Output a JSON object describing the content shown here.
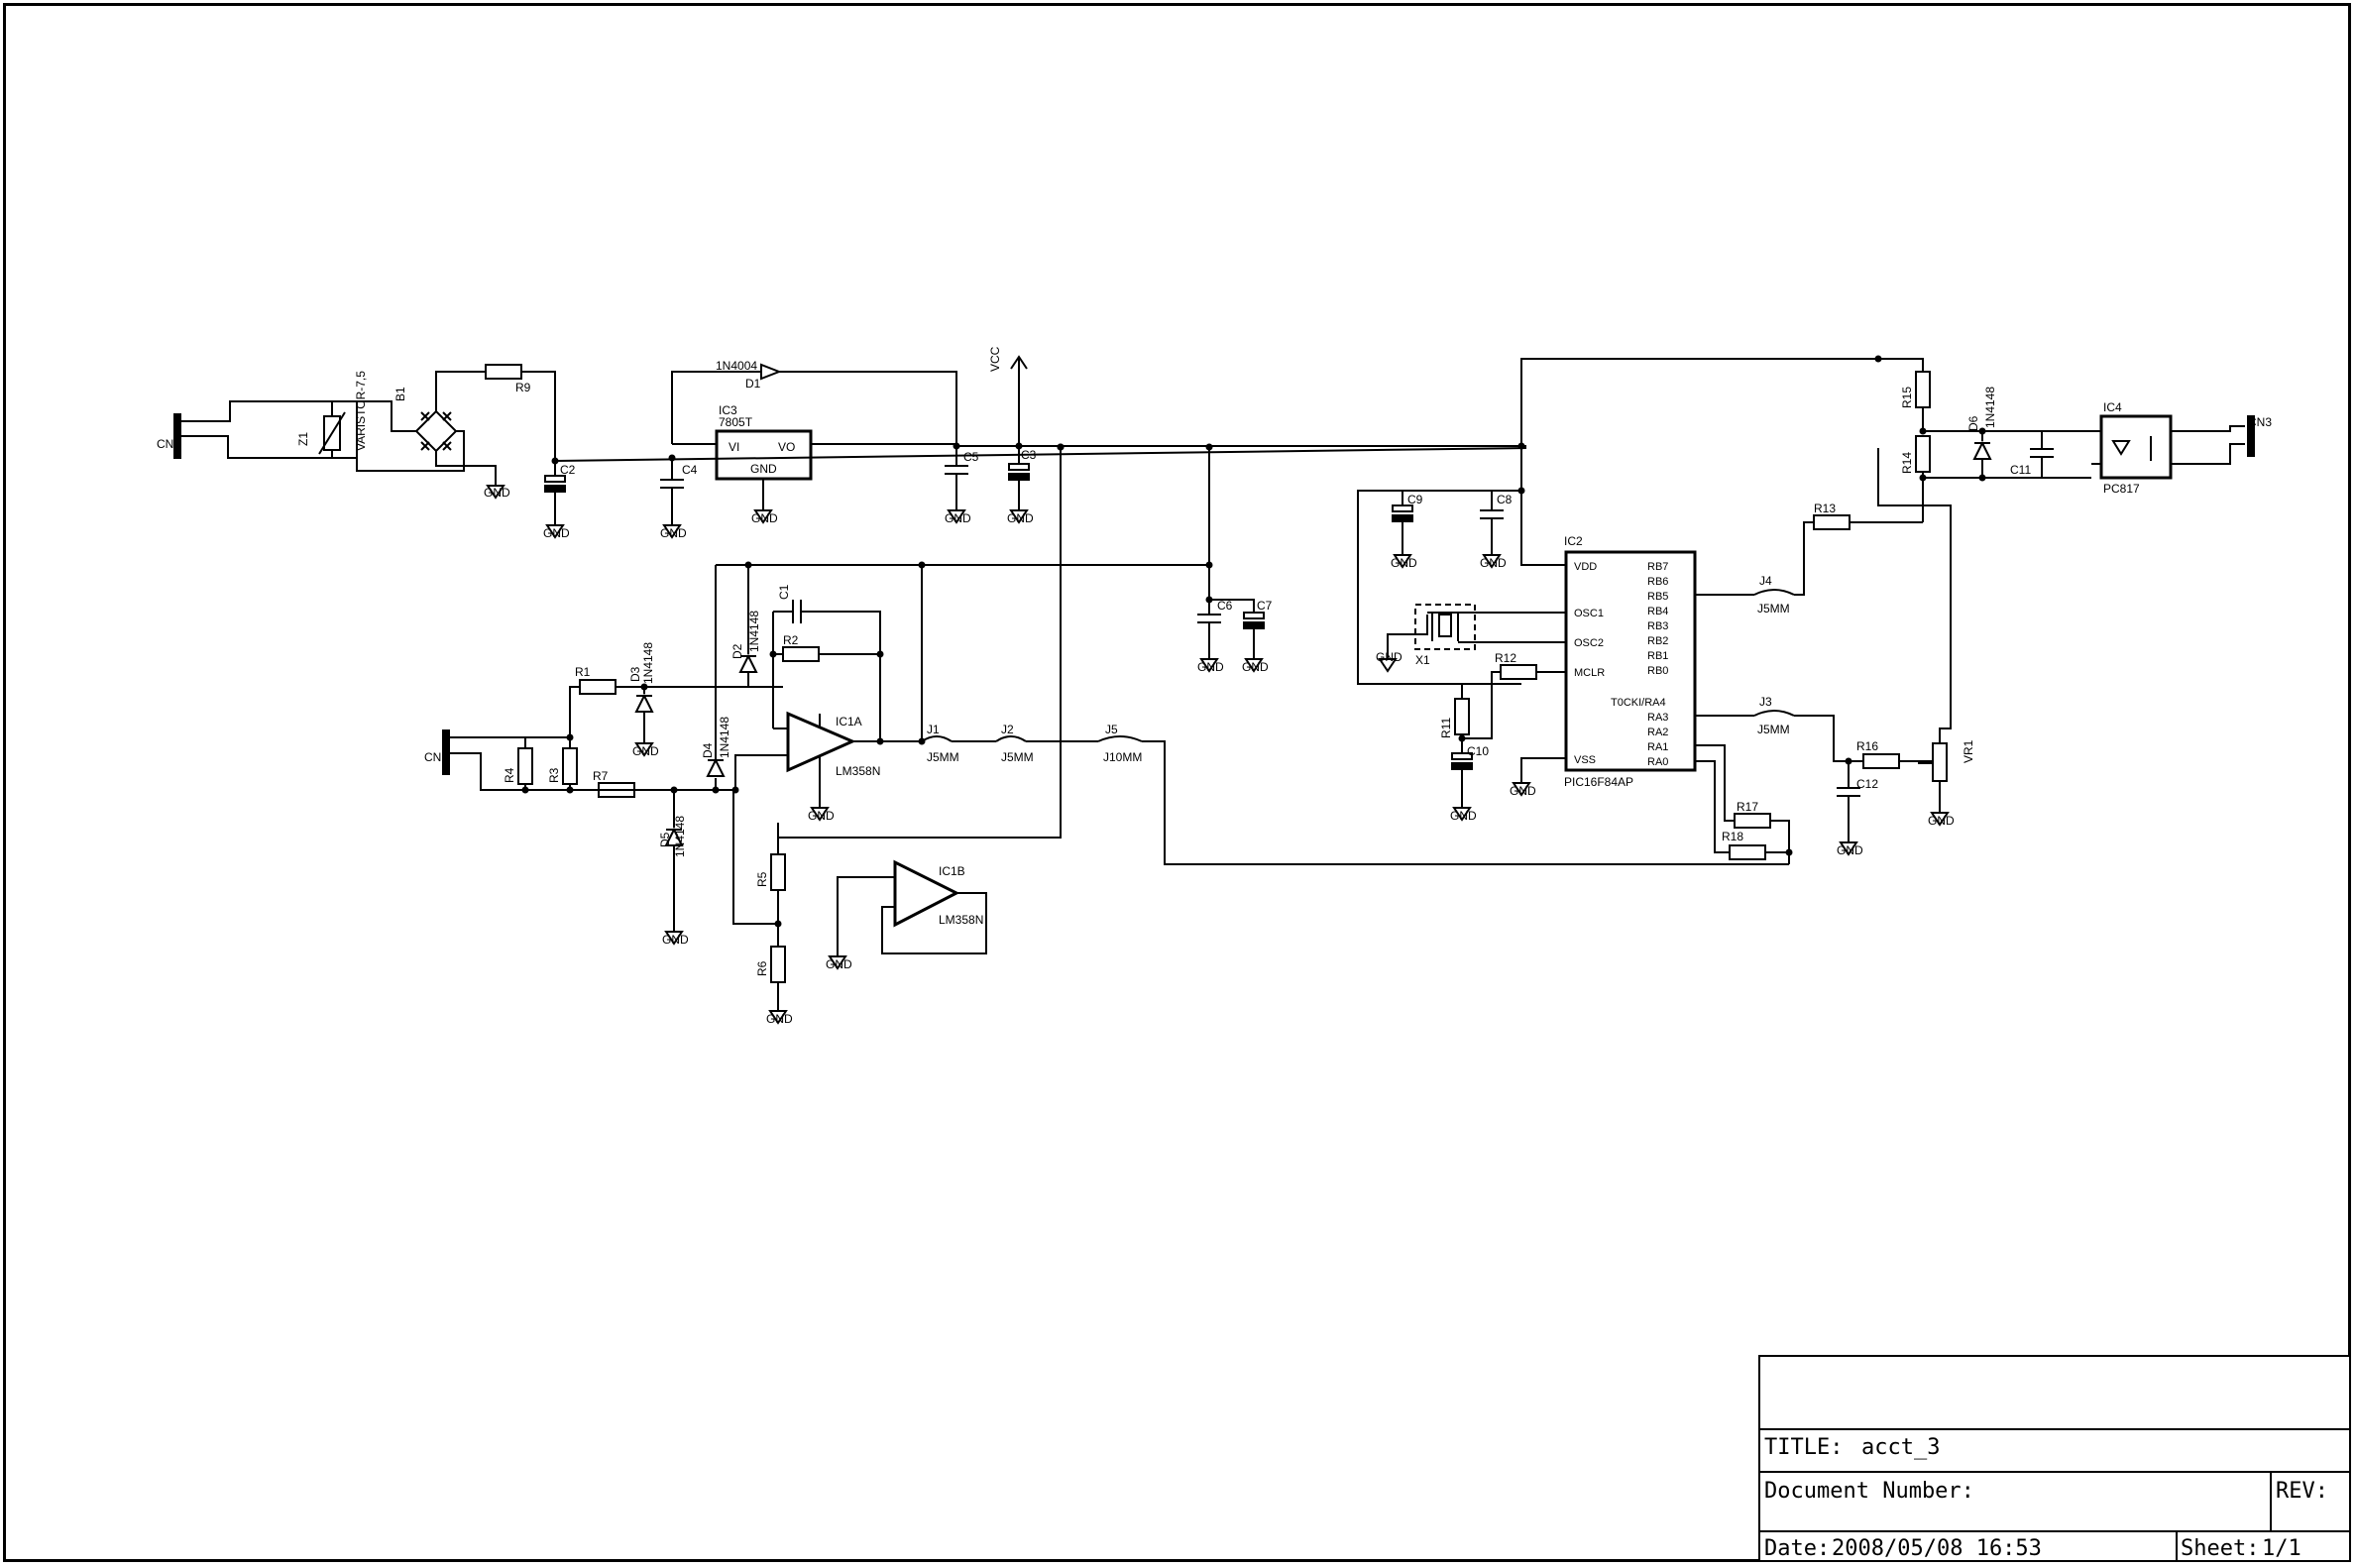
{
  "schematic": {
    "parts": {
      "cn1": "CN1",
      "cn2": "CN2",
      "cn3": "CN3",
      "z1": "Z1",
      "varistor": "VARISTOR-7,5",
      "b1": "B1",
      "r1": "R1",
      "r2": "R2",
      "r3": "R3",
      "r4": "R4",
      "r5": "R5",
      "r6": "R6",
      "r7": "R7",
      "r9": "R9",
      "r11": "R11",
      "r12": "R12",
      "r13": "R13",
      "r14": "R14",
      "r15": "R15",
      "r16": "R16",
      "r17": "R17",
      "r18": "R18",
      "c1": "C1",
      "c2": "C2",
      "c3": "C3",
      "c4": "C4",
      "c5": "C5",
      "c6": "C6",
      "c7": "C7",
      "c8": "C8",
      "c9": "C9",
      "c10": "C10",
      "c11": "C11",
      "c12": "C12",
      "d1": "D1",
      "d1_value": "1N4004",
      "d2": "D2",
      "d3": "D3",
      "d4": "D4",
      "d5": "D5",
      "d6": "D6",
      "diode_value": "1N4148",
      "ic1a": "IC1A",
      "ic1b": "IC1B",
      "lm358": "LM358N",
      "ic2": "IC2",
      "ic2_value": "PIC16F84AP",
      "ic3": "IC3",
      "ic3_value": "7805T",
      "ic4": "IC4",
      "ic4_value": "PC817",
      "x1": "X1",
      "vr1": "VR1",
      "j1": "J1",
      "j2": "J2",
      "j3": "J3",
      "j4": "J4",
      "j5": "J5",
      "j_5mm": "J5MM",
      "j_10mm": "J10MM",
      "gnd": "GND",
      "vcc": "VCC",
      "reg_vi": "VI",
      "reg_vo": "VO",
      "reg_gnd": "GND"
    },
    "pins": {
      "vdd": "VDD",
      "osc1": "OSC1",
      "osc2": "OSC2",
      "mclr": "MCLR",
      "vss": "VSS",
      "rb7": "RB7",
      "rb6": "RB6",
      "rb5": "RB5",
      "rb4": "RB4",
      "rb3": "RB3",
      "rb2": "RB2",
      "rb1": "RB1",
      "rb0": "RB0",
      "ra4": "T0CKI/RA4",
      "ra3": "RA3",
      "ra2": "RA2",
      "ra1": "RA1",
      "ra0": "RA0"
    }
  },
  "title_block": {
    "title_label": "TITLE:",
    "title_value": "acct_3",
    "doc_label": "Document Number:",
    "rev_label": "REV:",
    "date_label": "Date:",
    "date_value": "2008/05/08 16:53",
    "sheet_label": "Sheet:",
    "sheet_value": "1/1"
  }
}
